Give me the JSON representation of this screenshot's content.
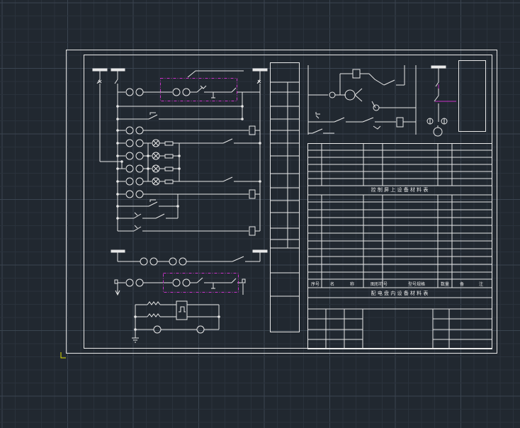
{
  "colors": {
    "background": "#212830",
    "grid_minor": "#2a323c",
    "grid_major": "#3a4450",
    "line": "#e8e8e8",
    "highlight": "#c832c8",
    "ucs": "#e0e000"
  },
  "table_top": {
    "title": "控 制 屏 上 设 备 材 料 表"
  },
  "table_bottom": {
    "title": "配 电 盘 内 设 备 材 料 表",
    "headers": [
      "序号",
      "名",
      "称",
      "图形符号",
      "型号规格",
      "数量",
      "备",
      "注"
    ]
  }
}
